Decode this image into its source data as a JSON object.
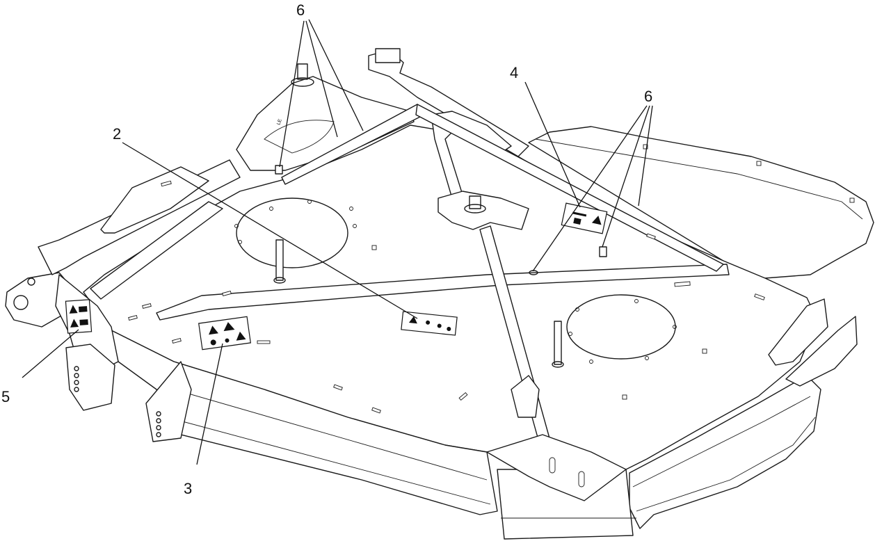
{
  "diagram": {
    "callouts": [
      {
        "id": "c6a",
        "label": "6"
      },
      {
        "id": "c6b",
        "label": "6"
      },
      {
        "id": "c4",
        "label": "4"
      },
      {
        "id": "c2",
        "label": "2"
      },
      {
        "id": "c5",
        "label": "5"
      },
      {
        "id": "c3",
        "label": "3"
      }
    ],
    "deck_marking": "LE"
  }
}
